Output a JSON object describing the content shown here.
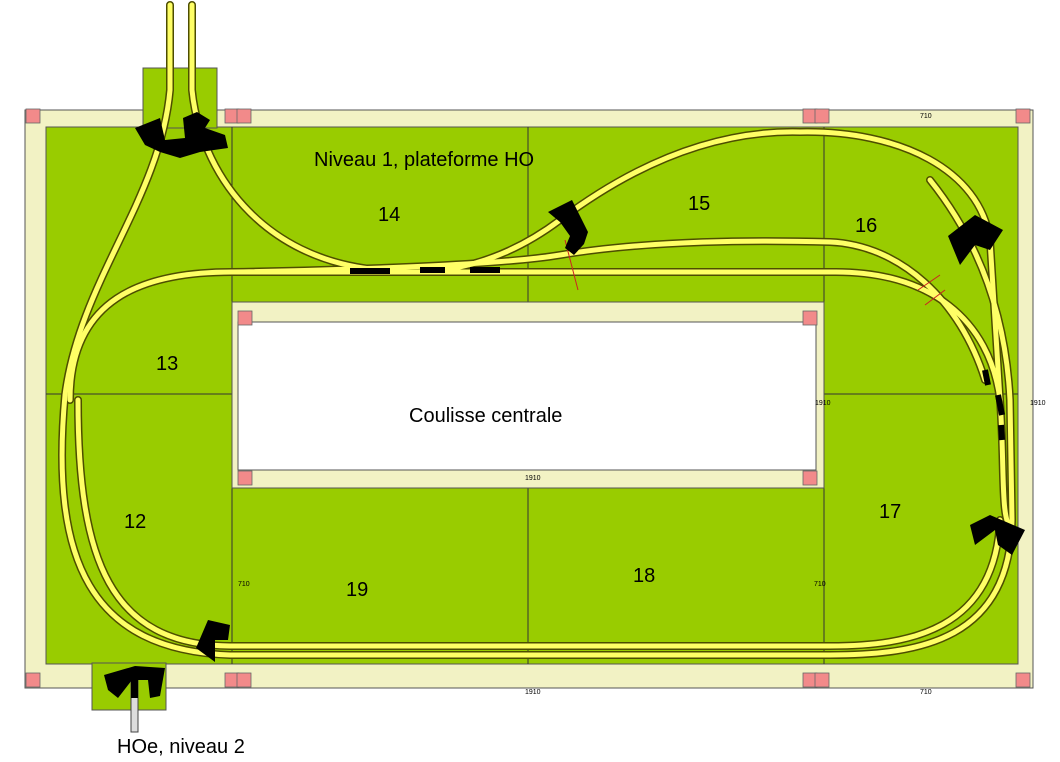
{
  "labels": {
    "platform_title": "Niveau 1, plateforme HO",
    "center_title": "Coulisse centrale",
    "bottom_title": "HOe, niveau 2"
  },
  "modules": [
    "12",
    "13",
    "14",
    "15",
    "16",
    "17",
    "18",
    "19"
  ],
  "dimensions": {
    "top_right": "710",
    "right_side": "1910",
    "inner_right": "1910",
    "inner_bottom": "1910",
    "bottom_center": "1910",
    "bottom_right": "710",
    "left_inner": "710",
    "right_inner": "710"
  },
  "colors": {
    "board_green": "#99cc00",
    "frame": "#f2f2c4",
    "track_fill": "#ffff66",
    "track_edge": "#4d4d00",
    "corner_post": "#f28a8a",
    "bumper": "#000000",
    "lines": "#333333"
  }
}
